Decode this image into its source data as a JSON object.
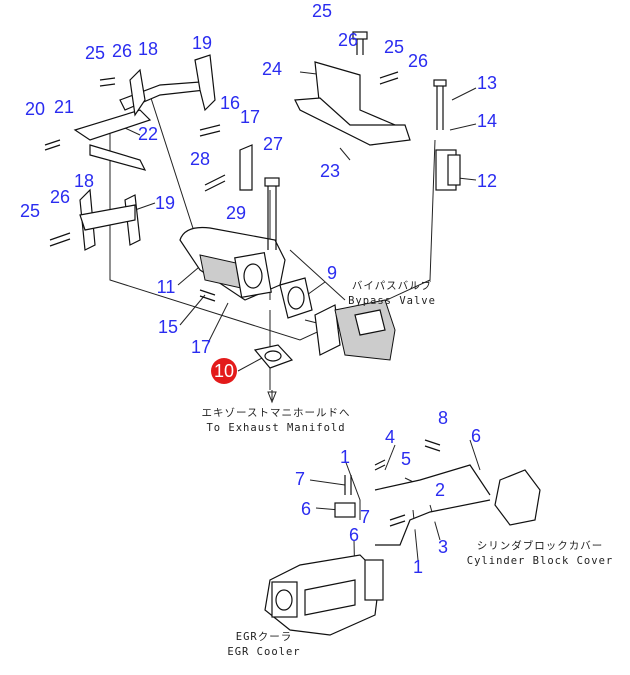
{
  "callouts": [
    "25",
    "26",
    "25",
    "26",
    "24",
    "13",
    "14",
    "23",
    "12",
    "25",
    "26",
    "18",
    "19",
    "20",
    "21",
    "22",
    "16",
    "17",
    "27",
    "28",
    "29",
    "18",
    "26",
    "19",
    "25",
    "11",
    "9",
    "15",
    "17",
    "10",
    "8",
    "4",
    "6",
    "7",
    "1",
    "5",
    "2",
    "6",
    "7",
    "6",
    "3",
    "1"
  ],
  "highlight_color": "#e31b1b",
  "callout_color": "#2a2cf0",
  "labels": {
    "bypass_jp": "バイパスバルブ",
    "bypass_en": "Bypass Valve",
    "exhaust_jp": "エキゾーストマニホールドへ",
    "exhaust_en": "To Exhaust Manifold",
    "cylinder_jp": "シリンダブロックカバー",
    "cylinder_en": "Cylinder Block Cover",
    "egr_jp": "EGRクーラ",
    "egr_en": "EGR Cooler"
  }
}
